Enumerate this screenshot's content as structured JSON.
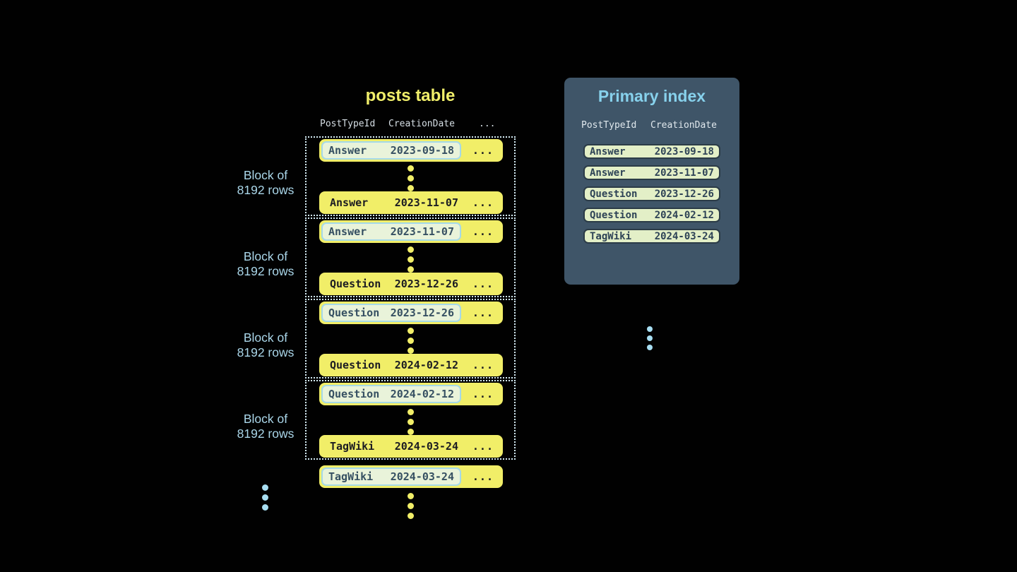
{
  "posts_table": {
    "title": "posts table",
    "headers": {
      "type": "PostTypeId",
      "date": "CreationDate",
      "more": "..."
    },
    "block_label": {
      "line1": "Block of",
      "line2": "8192 rows"
    },
    "row_ellipsis": "...",
    "blocks": [
      {
        "first": {
          "type": "Answer",
          "date": "2023-09-18"
        },
        "last": {
          "type": "Answer",
          "date": "2023-11-07"
        }
      },
      {
        "first": {
          "type": "Answer",
          "date": "2023-11-07"
        },
        "last": {
          "type": "Question",
          "date": "2023-12-26"
        }
      },
      {
        "first": {
          "type": "Question",
          "date": "2023-12-26"
        },
        "last": {
          "type": "Question",
          "date": "2024-02-12"
        }
      },
      {
        "first": {
          "type": "Question",
          "date": "2024-02-12"
        },
        "last": {
          "type": "TagWiki",
          "date": "2024-03-24"
        }
      }
    ],
    "trailing_row": {
      "type": "TagWiki",
      "date": "2024-03-24"
    }
  },
  "primary_index": {
    "title": "Primary index",
    "headers": {
      "type": "PostTypeId",
      "date": "CreationDate"
    },
    "rows": [
      {
        "type": "Answer",
        "date": "2023-09-18"
      },
      {
        "type": "Answer",
        "date": "2023-11-07"
      },
      {
        "type": "Question",
        "date": "2023-12-26"
      },
      {
        "type": "Question",
        "date": "2024-02-12"
      },
      {
        "type": "TagWiki",
        "date": "2024-03-24"
      }
    ]
  },
  "colors": {
    "background": "#010101",
    "accent_yellow": "#f1ee68",
    "accent_blue": "#aad6e9",
    "title_blue": "#87d1ec",
    "panel_background": "#3f5568",
    "highlight_cell_background": "#e9f3da",
    "highlight_cell_border": "#a5d9e8",
    "index_row_background": "#e3efc7",
    "index_row_border": "#2b3b47",
    "dark_text": "#1c1c22",
    "slate_text": "#2e4356",
    "dotted_border": "#d4ebf4"
  }
}
